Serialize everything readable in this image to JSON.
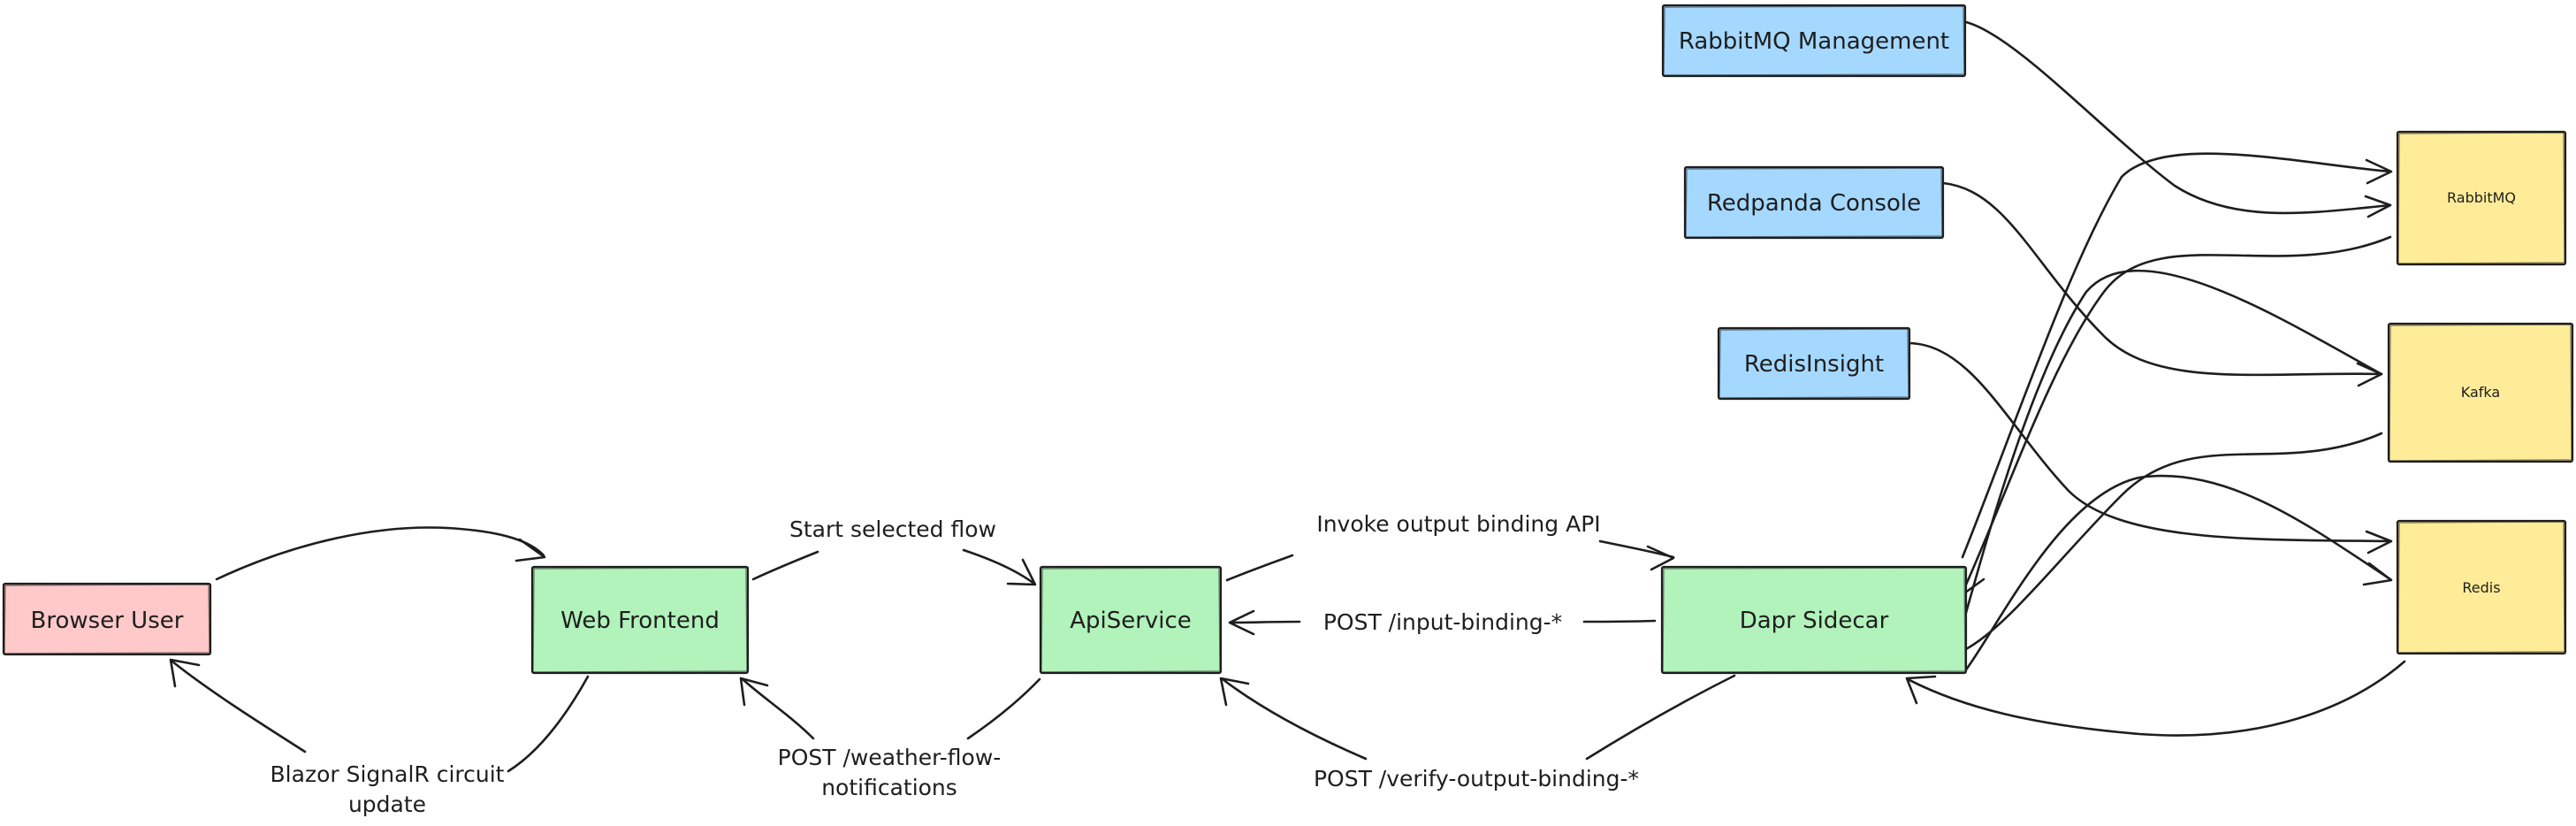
{
  "colors": {
    "client": "#ffc9c9",
    "app": "#b2f2bb",
    "tool": "#a5d8ff",
    "infra": "#ffec99",
    "stroke": "#1e1e1e"
  },
  "nodes": {
    "browser_user": "Browser User",
    "web_frontend": "Web Frontend",
    "api_service": "ApiService",
    "dapr_sidecar": "Dapr Sidecar",
    "rabbitmq_management": "RabbitMQ Management",
    "redpanda_console": "Redpanda Console",
    "redisinsight": "RedisInsight",
    "rabbitmq": "RabbitMQ",
    "kafka": "Kafka",
    "redis": "Redis"
  },
  "edges": {
    "start_selected_flow": "Start selected flow",
    "invoke_output_binding": "Invoke output binding API",
    "post_input_binding": "POST /input-binding-*",
    "blazor_signalr_line1": "Blazor SignalR circuit",
    "blazor_signalr_line2": "update",
    "post_weather_flow_line1": "POST /weather-flow-",
    "post_weather_flow_line2": "notifications",
    "post_verify_output": "POST /verify-output-binding-*"
  }
}
